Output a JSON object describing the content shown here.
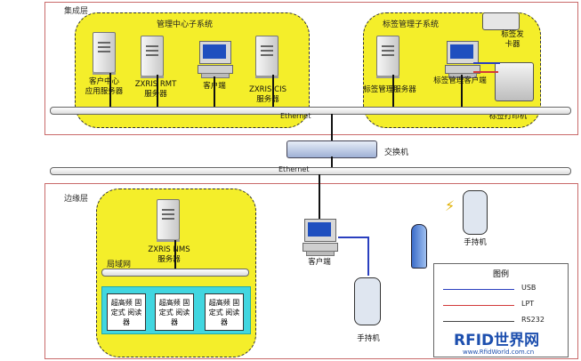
{
  "integration_layer": {
    "title": "集成层",
    "group_mgmt_title": "管理中心子系统",
    "group_tag_title": "标签管理子系统",
    "servers": [
      {
        "label": "客户中心\n应用服务器"
      },
      {
        "label": "ZXRIS RMT\n服务器"
      },
      {
        "label": "客户端"
      },
      {
        "label": "ZXRIS CIS\n服务器"
      },
      {
        "label": "标签管理服务器"
      },
      {
        "label": "标签管理客户端"
      }
    ],
    "tag_issuer": "标签发\n卡器",
    "tag_printer": "标签打印机",
    "ethernet_label": "Ethernet"
  },
  "switch": {
    "label": "交换机"
  },
  "ethernet_mid_label": "Ethernet",
  "edge_layer": {
    "title": "边缘层",
    "nms_server": "ZXRIS NMS\n服务器",
    "local_net": "局域网",
    "readers": [
      "超高频\n固定式\n阅读器",
      "超高频\n固定式\n阅读器",
      "超高频\n固定式\n阅读器"
    ],
    "client": "客户端",
    "handheld_1": "手持机",
    "handheld_2": "手持机"
  },
  "legend": {
    "title": "图例",
    "items": [
      {
        "name": "USB",
        "color": "#2a3fbf"
      },
      {
        "name": "LPT",
        "color": "#d23a3a"
      },
      {
        "name": "RS232",
        "color": "#444444"
      }
    ]
  },
  "watermark": {
    "brand": "RFID世界网",
    "url": "www.RfidWorld.com.cn"
  }
}
